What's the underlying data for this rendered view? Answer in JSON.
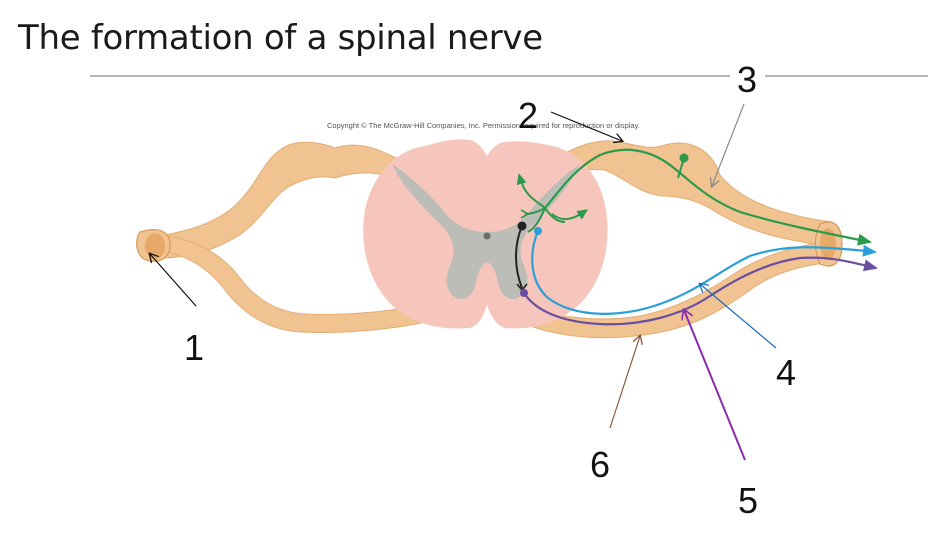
{
  "slide": {
    "title": "The formation of a spinal nerve",
    "copyright": "Copyright © The McGraw-Hill Companies, Inc. Permission required for reproduction or display."
  },
  "labels": [
    "1",
    "2",
    "3",
    "4",
    "5",
    "6"
  ],
  "colors": {
    "nerve": "#f0c391",
    "nerve_highlight": "#f7dcb8",
    "cord_outer": "#f6c5bb",
    "gray_matter": "#bdbdb8",
    "sensory_fiber": "#2b9a4a",
    "autonomic_fiber": "#2a9fd8",
    "motor_fiber": "#6b4ea0",
    "interneuron": "#222222",
    "leader_3": "#8a8a8a",
    "leader_4": "#1e6fc0",
    "leader_5": "#8a2bb0",
    "leader_6": "#8a5a3a"
  }
}
